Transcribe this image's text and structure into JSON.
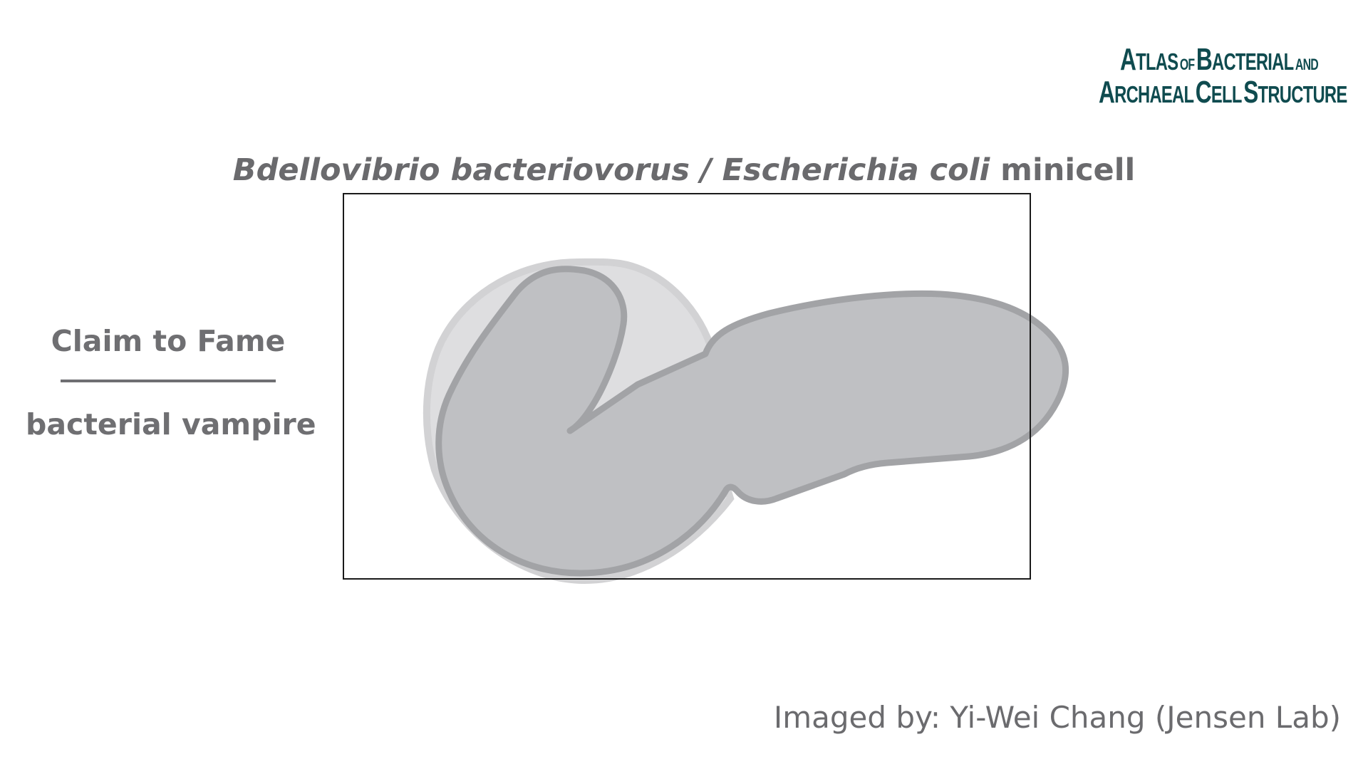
{
  "logo": {
    "line1": {
      "a_initial": "A",
      "a_rest": "TLAS",
      "of": "OF",
      "b_initial": "B",
      "b_rest": "ACTERIAL",
      "and": "AND"
    },
    "line2": {
      "a_initial": "A",
      "a_rest": "RCHAEAL",
      "c_initial": "C",
      "c_rest": "ELL",
      "s_initial": "S",
      "s_rest": "TRUCTURE"
    },
    "color": "#0f4b4f"
  },
  "title": {
    "species": "Bdellovibrio bacteriovorus / Escherichia coli",
    "suffix": "minicell"
  },
  "claim": {
    "heading": "Claim to Fame",
    "value": "bacterial vampire"
  },
  "credit": "Imaged by: Yi-Wei Chang (Jensen Lab)",
  "colors": {
    "text_gray": "#6f6f72",
    "cell_fill": "#bfc0c3",
    "cell_outline": "#a2a3a6",
    "minicell_fill": "#dedee0",
    "frame": "#1a1a1a"
  }
}
